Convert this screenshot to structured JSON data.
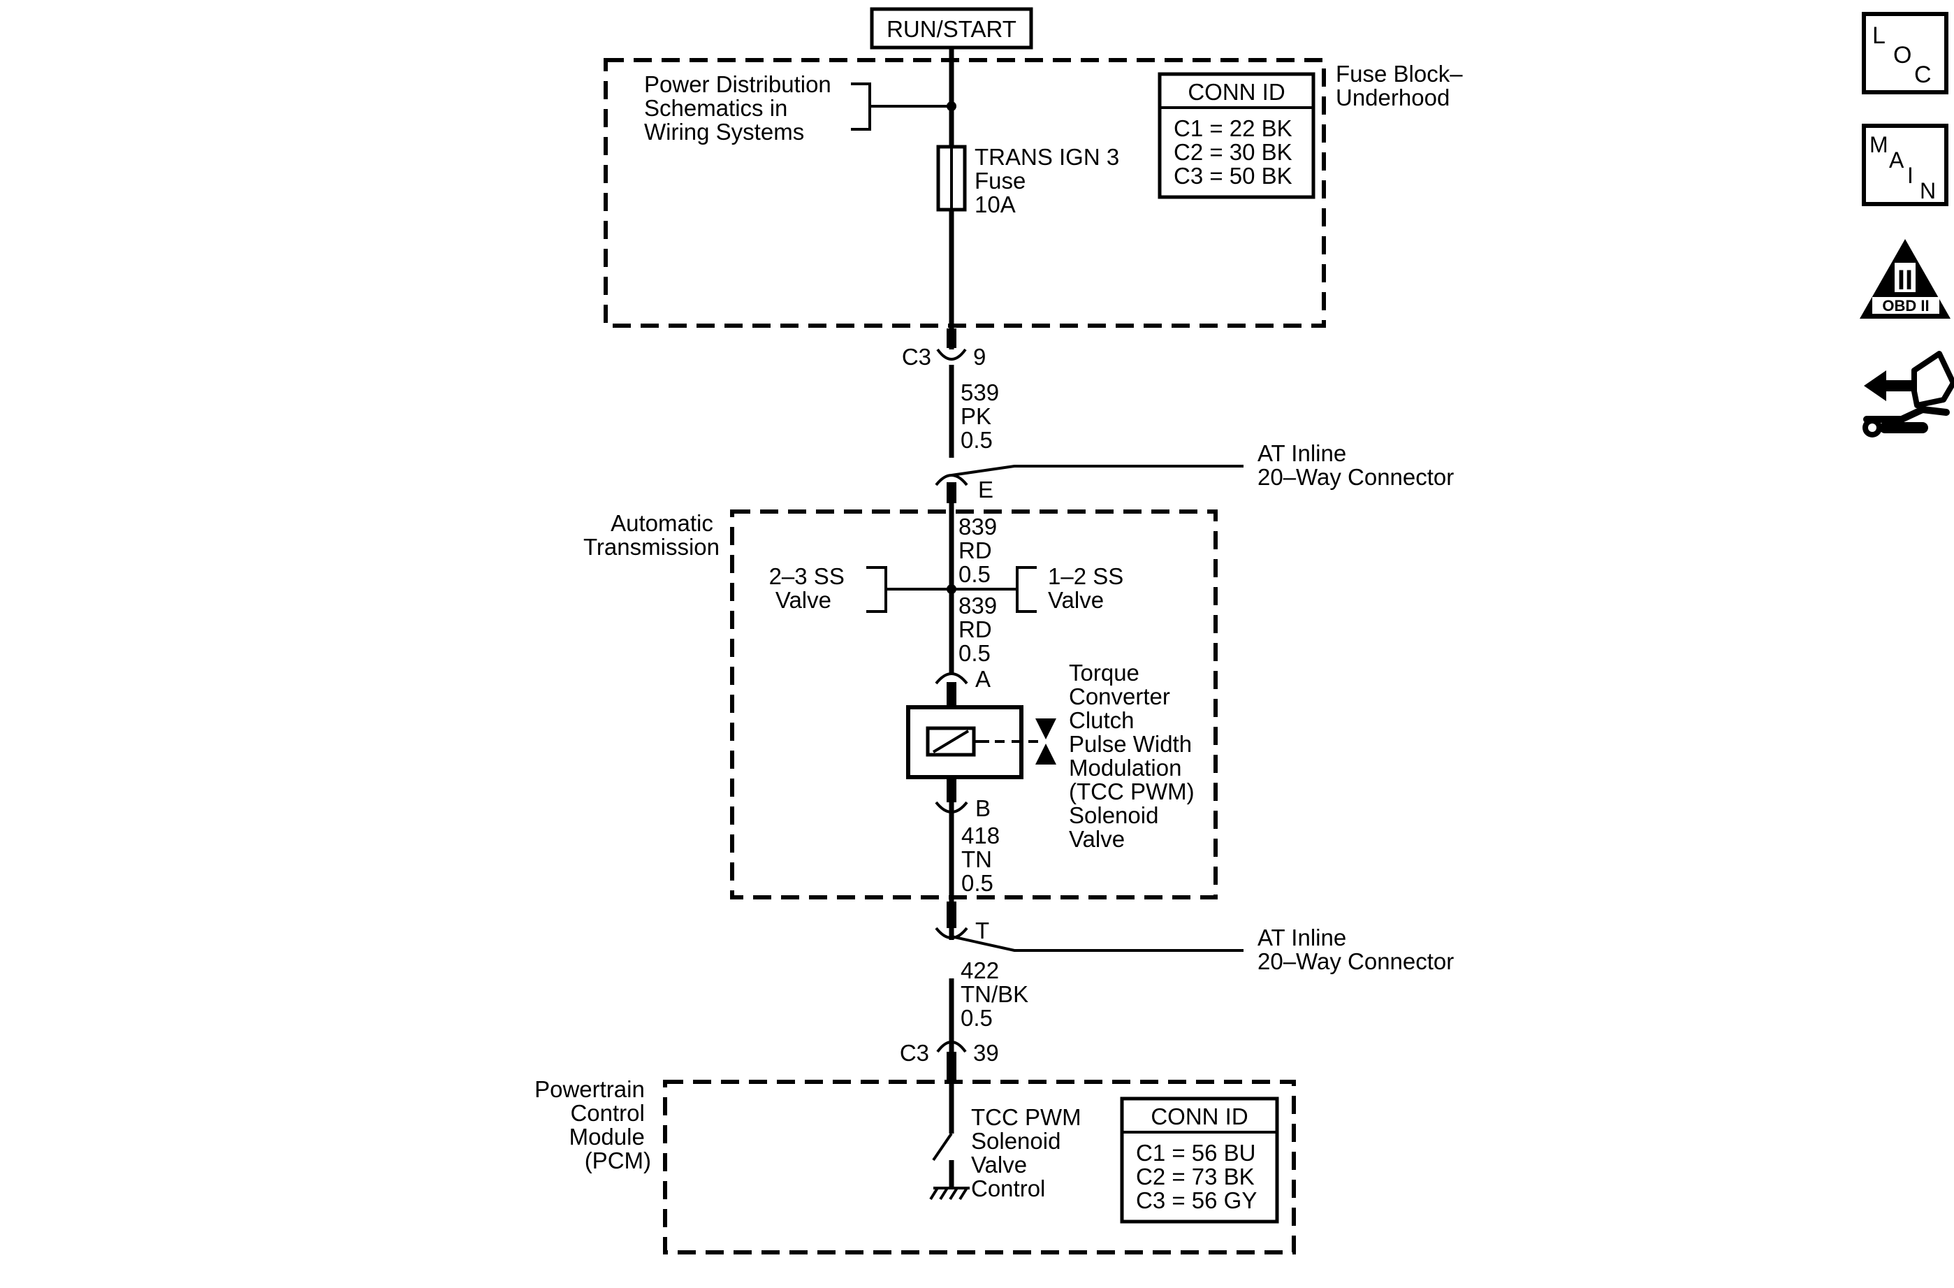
{
  "top_label": "RUN/START",
  "fuse_block": {
    "label": [
      "Fuse Block–",
      "Underhood"
    ],
    "ref": [
      "Power Distribution",
      "Schematics in",
      "Wiring Systems"
    ],
    "fuse": [
      "TRANS IGN 3",
      "Fuse",
      "10A"
    ],
    "conn_title": "CONN ID",
    "conn_rows": [
      "C1 = 22 BK",
      "C2 = 30 BK",
      "C3 = 50 BK"
    ]
  },
  "conn_c3_top": {
    "name": "C3",
    "pin": "9"
  },
  "wire1": [
    "539",
    "PK",
    "0.5"
  ],
  "inline_top": {
    "pin": "E",
    "label": [
      "AT Inline",
      "20–Way Connector"
    ]
  },
  "trans": {
    "label": [
      "Automatic",
      "Transmission"
    ],
    "wire_a": [
      "839",
      "RD",
      "0.5"
    ],
    "wire_b": [
      "839",
      "RD",
      "0.5"
    ],
    "left_ref": [
      "2–3 SS",
      "Valve"
    ],
    "right_ref": [
      "1–2 SS",
      "Valve"
    ],
    "pin_a": "A",
    "pin_b": "B",
    "solenoid": [
      "Torque",
      "Converter",
      "Clutch",
      "Pulse Width",
      "Modulation",
      "(TCC PWM)",
      "Solenoid",
      "Valve"
    ],
    "wire_c": [
      "418",
      "TN",
      "0.5"
    ]
  },
  "inline_bottom": {
    "pin": "T",
    "label": [
      "AT Inline",
      "20–Way Connector"
    ]
  },
  "wire4": [
    "422",
    "TN/BK",
    "0.5"
  ],
  "conn_c3_bottom": {
    "name": "C3",
    "pin": "39"
  },
  "pcm": {
    "label": [
      "Powertrain",
      "Control",
      "Module",
      "(PCM)"
    ],
    "control": [
      "TCC PWM",
      "Solenoid",
      "Valve",
      "Control"
    ],
    "conn_title": "CONN ID",
    "conn_rows": [
      "C1 = 56 BU",
      "C2 = 73 BK",
      "C3 = 56 GY"
    ]
  },
  "nav": {
    "loc": [
      "L",
      "O",
      "C"
    ],
    "main": [
      "M",
      "A",
      "I",
      "N"
    ],
    "obd_numeral": "II",
    "obd_label": "OBD II",
    "icons": [
      "loc-icon",
      "main-icon",
      "obd-ii-icon",
      "diagnostic-tool-icon"
    ]
  }
}
